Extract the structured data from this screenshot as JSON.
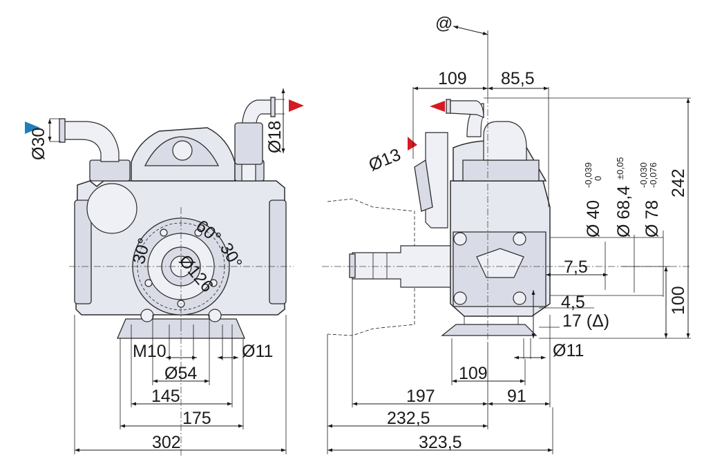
{
  "colors": {
    "inlet_arrow": "#1f7fb8",
    "outlet_arrow": "#d61a24",
    "line": "#1a1a1a",
    "body_fill": "#e6e8ef"
  },
  "front_view": {
    "inlet_diameter": "Ø30",
    "outlet_diameter": "Ø18",
    "angle_left": "30°",
    "angle_top": "60°",
    "angle_right": "30°",
    "hole_pattern": "Ø126",
    "thread": "M10",
    "hole_diameter": "Ø11",
    "hub_diameter": "Ø54",
    "bolt_spacing": "145",
    "foot_width": "175",
    "overall_width": "302"
  },
  "side_view": {
    "reference_mark": "@",
    "top_left": "109",
    "top_right": "85,5",
    "outlet_small": "Ø13",
    "shaft_40": "Ø 40",
    "shaft_40_tol_upper": "-0,039",
    "shaft_40_tol_lower": "0",
    "pilot_684": "Ø 68,4",
    "pilot_684_tol": "±0,05",
    "pilot_78": "Ø 78",
    "pilot_78_tol_upper": "-0,030",
    "pilot_78_tol_lower": "-0,076",
    "height_overall": "242",
    "dim_75": "7,5",
    "dim_45": "4,5",
    "dim_17": "17 (Δ)",
    "shaft_height": "100",
    "foot_hole": "Ø11",
    "foot_spacing": "109",
    "length_197": "197",
    "length_91": "91",
    "length_2325": "232,5",
    "length_overall": "323,5"
  }
}
